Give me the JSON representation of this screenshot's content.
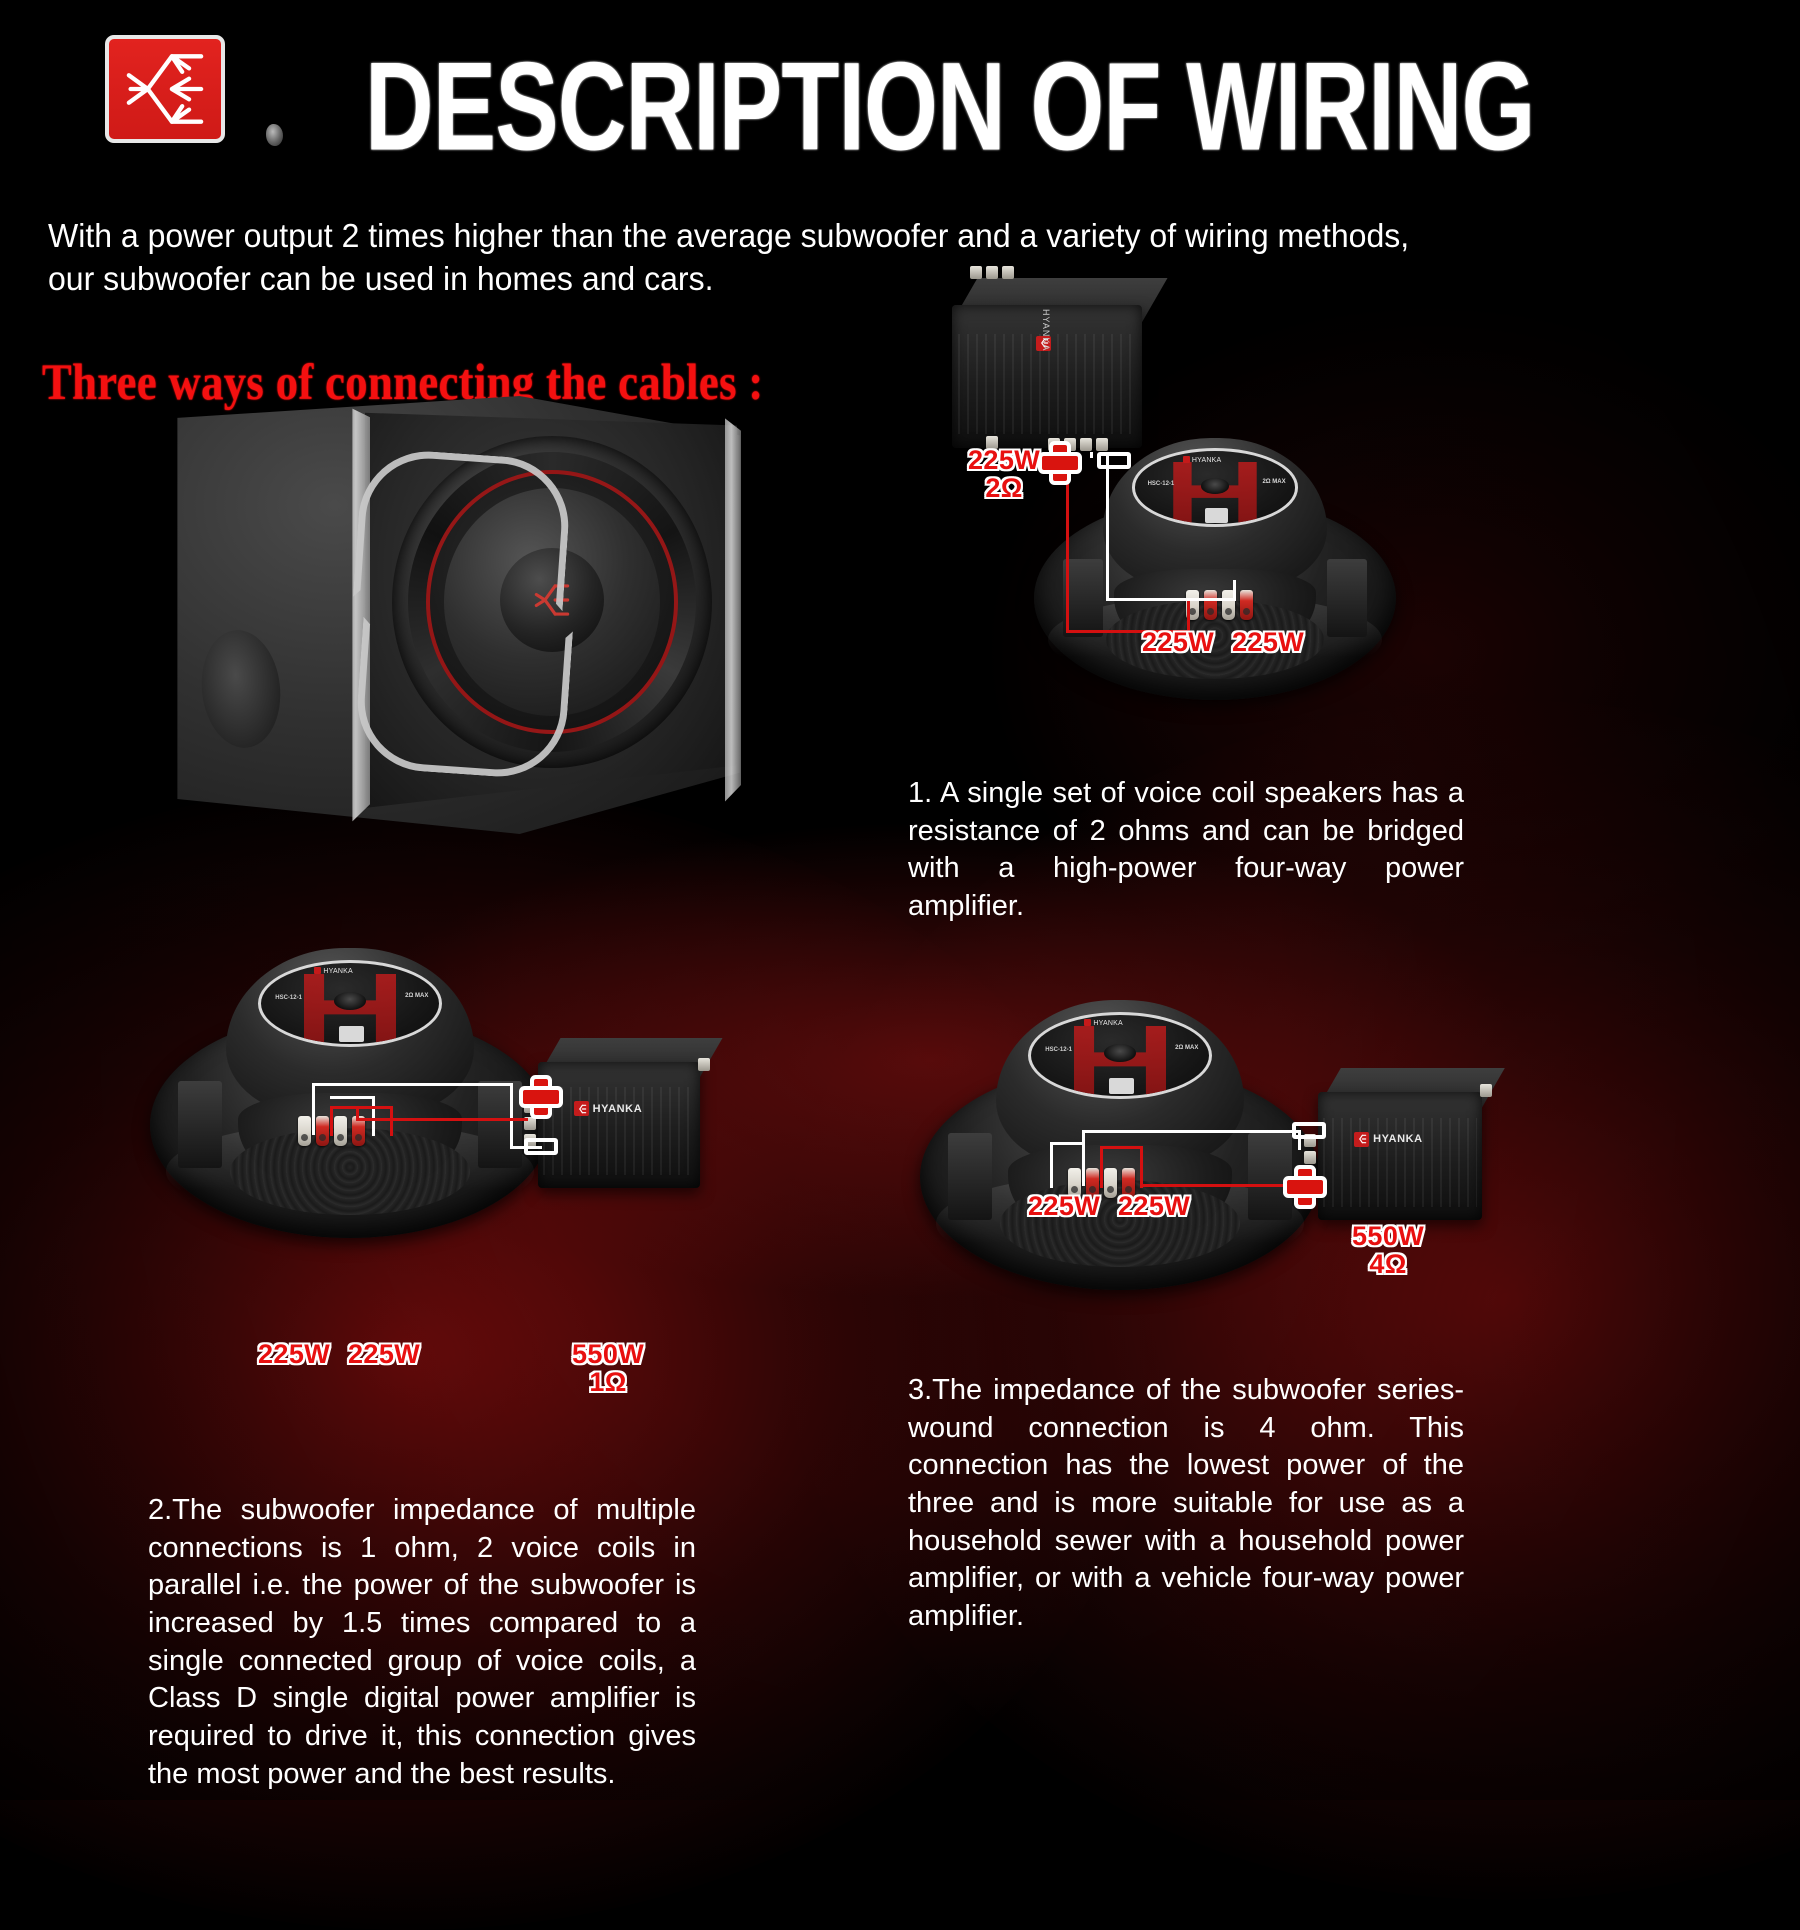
{
  "header": {
    "title": "DESCRIPTION OF WIRING",
    "logo_icon": "hyanka-crest-icon",
    "brand_color": "#e2231f"
  },
  "intro": {
    "paragraph": "With a power output 2 times higher than the average subwoofer and a variety of wiring methods, our subwoofer can be used in homes and cars.",
    "red_heading": "Three ways of connecting the cables :",
    "red_heading_color": "#f41010"
  },
  "product": {
    "enclosure_label": "subwoofer-enclosure",
    "driver_model": "HSC-12-1",
    "driver_impedance": "2Ω MAX",
    "driver_brand": "HYANKA"
  },
  "diagrams": [
    {
      "id": "diagram-1",
      "amp_label_power": "225W",
      "amp_label_ohm": "2Ω",
      "coil_labels": [
        "225W",
        "225W"
      ],
      "plus_symbol": "+",
      "minus_symbol": "–",
      "amp_wordmark": "HYANKA"
    },
    {
      "id": "diagram-2",
      "amp_label_power": "550W",
      "amp_label_ohm": "1Ω",
      "coil_labels": [
        "225W",
        "225W"
      ],
      "plus_symbol": "+",
      "minus_symbol": "–",
      "amp_wordmark": "HYANKA"
    },
    {
      "id": "diagram-3",
      "amp_label_power": "550W",
      "amp_label_ohm": "4Ω",
      "coil_labels": [
        "225W",
        "225W"
      ],
      "plus_symbol": "+",
      "minus_symbol": "–",
      "amp_wordmark": "HYANKA"
    }
  ],
  "descriptions": {
    "item1": "1. A single set of voice coil speakers has a resistance of 2 ohms and can be bridged with a high-power four-way power amplifier.",
    "item2": "2.The subwoofer impedance of multiple connections is 1 ohm, 2 voice coils in parallel i.e. the power of the subwoofer is increased by 1.5 times compared to a single connected group of voice coils, a Class D single digital power amplifier is required to drive it, this connection gives the most power and the best results.",
    "item3": "3.The impedance of the subwoofer series-wound connection is 4 ohm.   This connection has the lowest power of the three and is more suitable for use as a household sewer with a household power amplifier, or with a vehicle four-way power amplifier."
  }
}
